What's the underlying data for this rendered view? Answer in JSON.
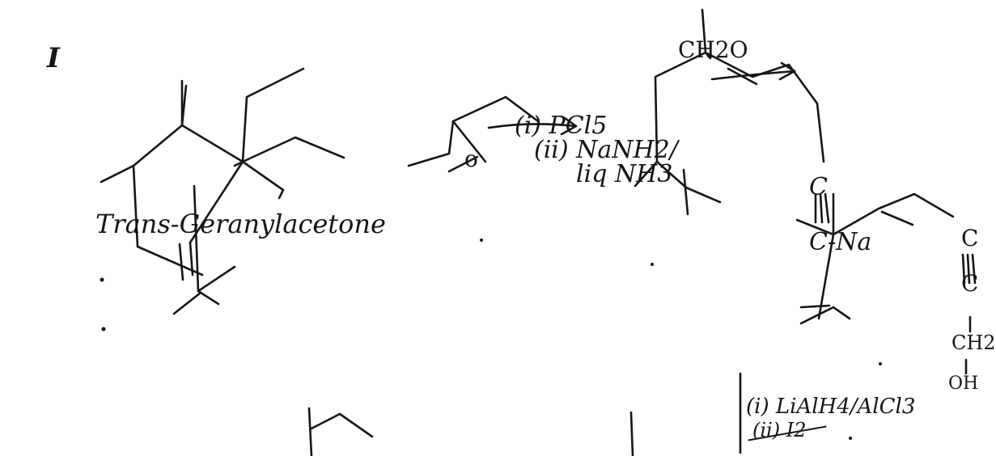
{
  "labels": {
    "section": "I",
    "compound_name": "Trans-Geranylacetone",
    "carbonyl_o": "o",
    "step1_reagent_1": "(i) PCl5",
    "step1_reagent_2": "(ii) NaNH2/",
    "step1_reagent_3": "liq NH3",
    "acetylide_carbon": "C",
    "acetylide_na": "C-Na",
    "formaldehyde": "CH2O",
    "propargyl_c1": "C",
    "propargyl_c2": "C",
    "propargyl_ch2": "CH2",
    "propargyl_oh": "OH",
    "step2_reagent_1": "(i) LiAlH4/AlCl3",
    "step2_reagent_2": "(ii) I2"
  }
}
